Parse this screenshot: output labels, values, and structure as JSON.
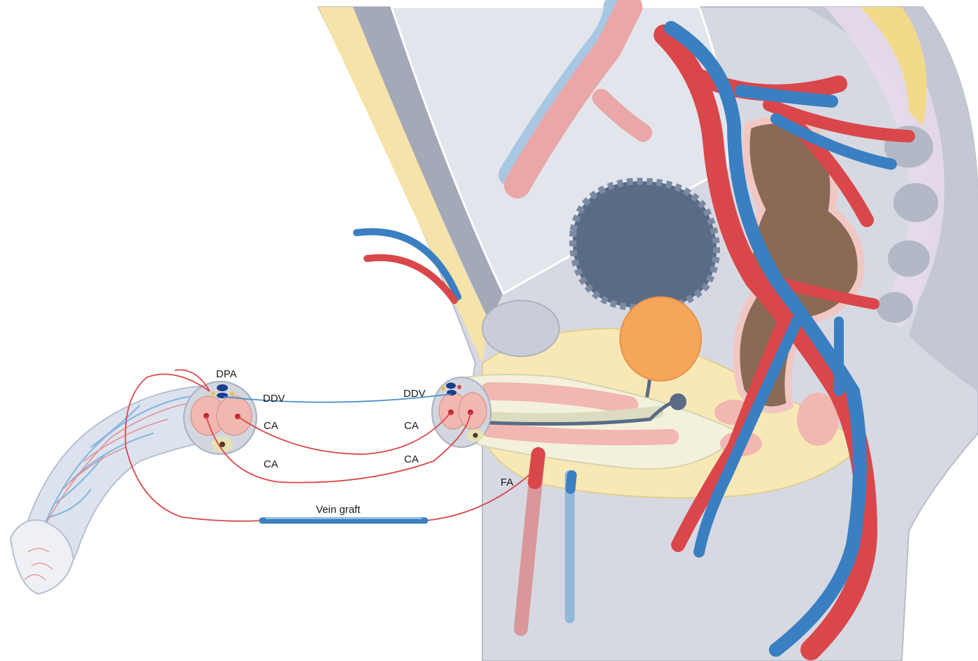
{
  "labels": {
    "dpa": "DPA",
    "ddv_left": "DDV",
    "ddv_right": "DDV",
    "ca_left_upper": "CA",
    "ca_right_upper": "CA",
    "ca_left_lower": "CA",
    "ca_right_lower": "CA",
    "fa": "FA",
    "vein_graft": "Vein graft"
  },
  "colors": {
    "artery": "#d9474b",
    "vein": "#3a7fc1",
    "anastomosis_line_red": "#d9474b",
    "anastomosis_line_blue": "#4a8fc8",
    "tissue_grey": "#c9ccd6",
    "fat_yellow": "#f7e7b4",
    "bladder": "#5a6b86",
    "prostate": "#f5a65b",
    "rectum": "#8a6a55"
  }
}
